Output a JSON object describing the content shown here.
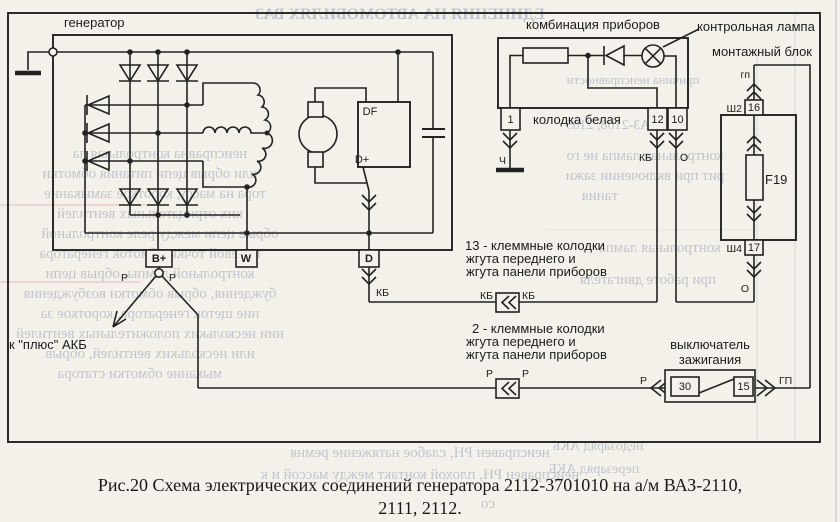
{
  "caption": {
    "line1": "Рис.20 Схема электрических соединений генератора 2112-3701010 на а/м ВАЗ-2110,",
    "line2": "2111, 2112."
  },
  "generator": {
    "label": "генератор",
    "terminal_bplus": "B+",
    "terminal_w": "W",
    "terminal_d": "D",
    "regulator_df": "DF",
    "regulator_dplus": "D+",
    "to_battery": "к \"плюс\" АКБ"
  },
  "cluster": {
    "label": "комбинация приборов",
    "control_lamp": "контрольная лампа",
    "connector": "колодка белая",
    "pin1": "1",
    "pin12": "12",
    "pin10": "10"
  },
  "mount_block": {
    "label": "монтажный блок",
    "sh2": "Ш2",
    "pin16": "16",
    "sh4": "Ш4",
    "pin17": "17",
    "fuse": "F19"
  },
  "ignition": {
    "label1": "выключатель",
    "label2": "зажигания",
    "pin30": "30",
    "pin15": "15"
  },
  "notes": {
    "n13_1": "13 - клеммные колодки",
    "n13_2": "жгута переднего и",
    "n13_3": "жгута панели приборов",
    "n2_1": "2 - клеммные колодки",
    "n2_2": "жгута переднего и",
    "n2_3": "жгута панели приборов"
  },
  "wires": {
    "p": "Р",
    "kb": "КБ",
    "o": "О",
    "gp": "ГП",
    "gp_lower": "гп",
    "ch": "Ч"
  },
  "colors": {
    "ink": "#222222",
    "paper": "#f3f1ea",
    "ghost": "#99a1b7"
  },
  "ghost": {
    "g1": "ЕДИНЕНИЯ НА АВТОМОБИЛЯХ ВАЗ",
    "g2": "причина неисправности",
    "g3": "ВАЗ-2108, 2109",
    "g4": "неисправна контрольная ла",
    "g5": "или обрыв цепи питания обмотки",
    "g6": "тора на массу, короткое замыкание",
    "g7": "ких отрицательных вентилей",
    "g8": "обрыв цепи между реле контрольной",
    "g9": "нулевой точки обмоток генератора",
    "g10": "контрольной лампы, обрыв цепи",
    "g11": "буждения, обрыв обмотки возбуждения",
    "g12": "ние щеток генератора, короткое за",
    "g13": "нии нескольких положительных вентилей",
    "g14": "или нескольких вентилей, обрыв",
    "g15": "мыкание обмотки статора",
    "g16": "контрольная лампа не го",
    "g17": "рит при включении зажи",
    "g18": "тания",
    "g19": "контрольная лампа",
    "g20": "при работе двигателя",
    "g21": "неисправен РН, слабое натяжение ремня",
    "g22": "неисправен РН, плохой контакт между массой и к",
    "g23": "недозаряд АКБ",
    "g24": "перезаряд АКБ",
    "g25": "со"
  }
}
